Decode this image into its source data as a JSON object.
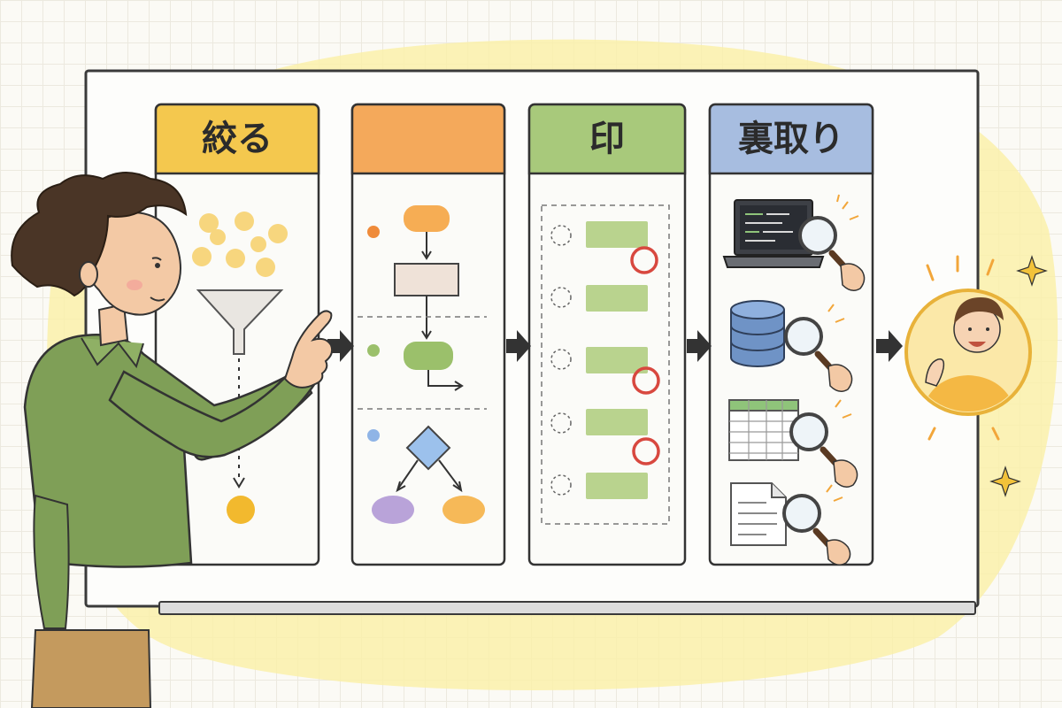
{
  "steps": [
    {
      "title": "絞る",
      "header_color": "#f4c84e",
      "icon": "funnel-icon"
    },
    {
      "title": "",
      "header_color": "#f4a95b",
      "icon": "flowchart-icon"
    },
    {
      "title": "印",
      "header_color": "#a8c97b",
      "icon": "checklist-icon"
    },
    {
      "title": "裏取り",
      "header_color": "#a7bde0",
      "icon": "magnifier-icon"
    }
  ],
  "colors": {
    "board": "#fdfdfb",
    "outline": "#3a3a3a",
    "glow": "#fbf1a8",
    "shirt": "#7f9f57",
    "red_mark": "#d8483f"
  }
}
